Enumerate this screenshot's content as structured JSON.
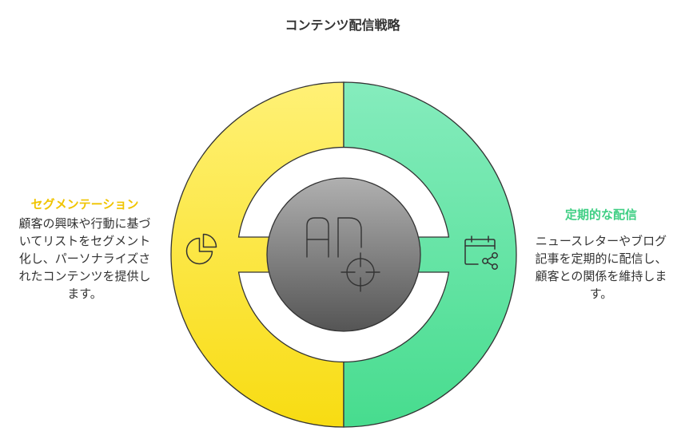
{
  "title": "コンテンツ配信戦略",
  "colors": {
    "yellow_light": "#fff176",
    "yellow_dark": "#f8dc12",
    "green_light": "#85ecbd",
    "green_dark": "#47dc8e",
    "center_light": "#b0b0b0",
    "center_dark": "#555555",
    "line": "#333333"
  },
  "left": {
    "title": "セグメンテーション",
    "description": "顧客の興味や行動に基づいてリストをセグメント化し、パーソナライズされたコンテンツを提供します。",
    "icon": "pie-chart-icon"
  },
  "right": {
    "title": "定期的な配信",
    "description": "ニュースレターやブログ記事を定期的に配信し、顧客との関係を維持します。",
    "icon": "calendar-share-icon"
  },
  "center": {
    "icon": "ad-target-icon"
  }
}
